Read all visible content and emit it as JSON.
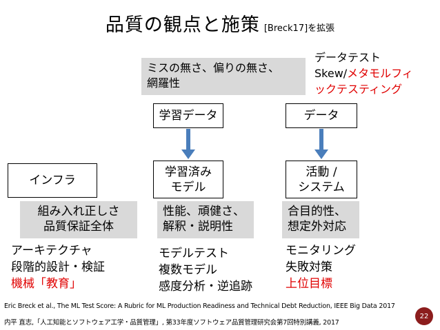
{
  "title": {
    "main": "品質の観点と施策",
    "sub": "[Breck17]を拡張"
  },
  "note_top": {
    "line1": "ミスの無さ、偏りの無さ、",
    "line2": "網羅性"
  },
  "note_right": {
    "line1": "データテスト",
    "line2_black": "Skew/",
    "line2_red": "メタモルフィ",
    "line3_red": "ックテスティング"
  },
  "nodes": {
    "training_data": "学習データ",
    "data": "データ",
    "infra": "インフラ",
    "model": {
      "line1": "学習済み",
      "line2": "モデル"
    },
    "system": {
      "line1": "活動 /",
      "line2": "システム"
    }
  },
  "quality": {
    "infra": {
      "line1": "組み入れ正しさ",
      "line2": "品質保証全体"
    },
    "model": {
      "line1": "性能、頑健さ、",
      "line2": "解釈・説明性"
    },
    "system": {
      "line1": "合目的性、",
      "line2": "想定外対応"
    }
  },
  "measures": {
    "infra": [
      "アーキテクチャ",
      "段階的設計・検証"
    ],
    "infra_red": "機械「教育」",
    "model": [
      "モデルテスト",
      "複数モデル",
      "感度分析・逆追跡"
    ],
    "system": [
      "モニタリング",
      "失敗対策"
    ],
    "system_red": "上位目標"
  },
  "footer": {
    "line1": "Eric Breck et al., The ML Test Score: A Rubric for ML Production Readiness and Technical Debt Reduction, IEEE Big Data 2017",
    "line2": "内平 直志,「人工知能とソフトウェア工学・品質管理」, 第33年度ソフトウェア品質管理研究会第7回特別講義, 2017"
  },
  "page_number": "22",
  "colors": {
    "arrow": "#4a7ebb",
    "emphasis": "#e00000",
    "box_fill": "#d9d9d9",
    "badge": "#8c1d1d"
  }
}
